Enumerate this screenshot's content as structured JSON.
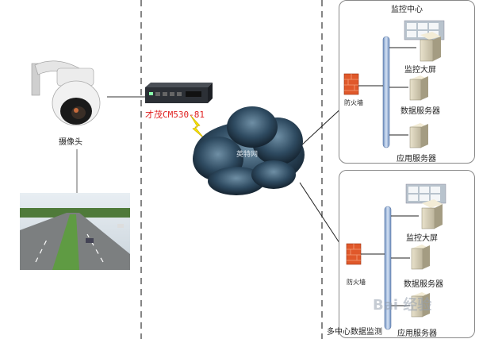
{
  "camera": {
    "label": "摄像头",
    "icon": "ptz-dome-camera-icon"
  },
  "encoder": {
    "label": "才茂CM530-81",
    "icon": "video-encoder-box-icon",
    "label_color": "#e02020"
  },
  "network": {
    "label": "英特网",
    "icon": "cloud-icon"
  },
  "road_photo": {
    "icon": "highway-photo"
  },
  "center_top": {
    "title": "监控中心",
    "firewall_label": "防火墙",
    "items": [
      {
        "label": "监控大屏",
        "icon": "video-wall-server-icon"
      },
      {
        "label": "数据服务器",
        "icon": "server-icon"
      },
      {
        "label": "应用服务器",
        "icon": "server-icon"
      }
    ]
  },
  "center_bottom": {
    "caption": "多中心数据监测",
    "firewall_label": "防火墙",
    "items": [
      {
        "label": "监控大屏",
        "icon": "video-wall-server-icon"
      },
      {
        "label": "数据服务器",
        "icon": "server-icon"
      },
      {
        "label": "应用服务器",
        "icon": "server-icon"
      }
    ]
  },
  "watermark": "Bai 经验"
}
